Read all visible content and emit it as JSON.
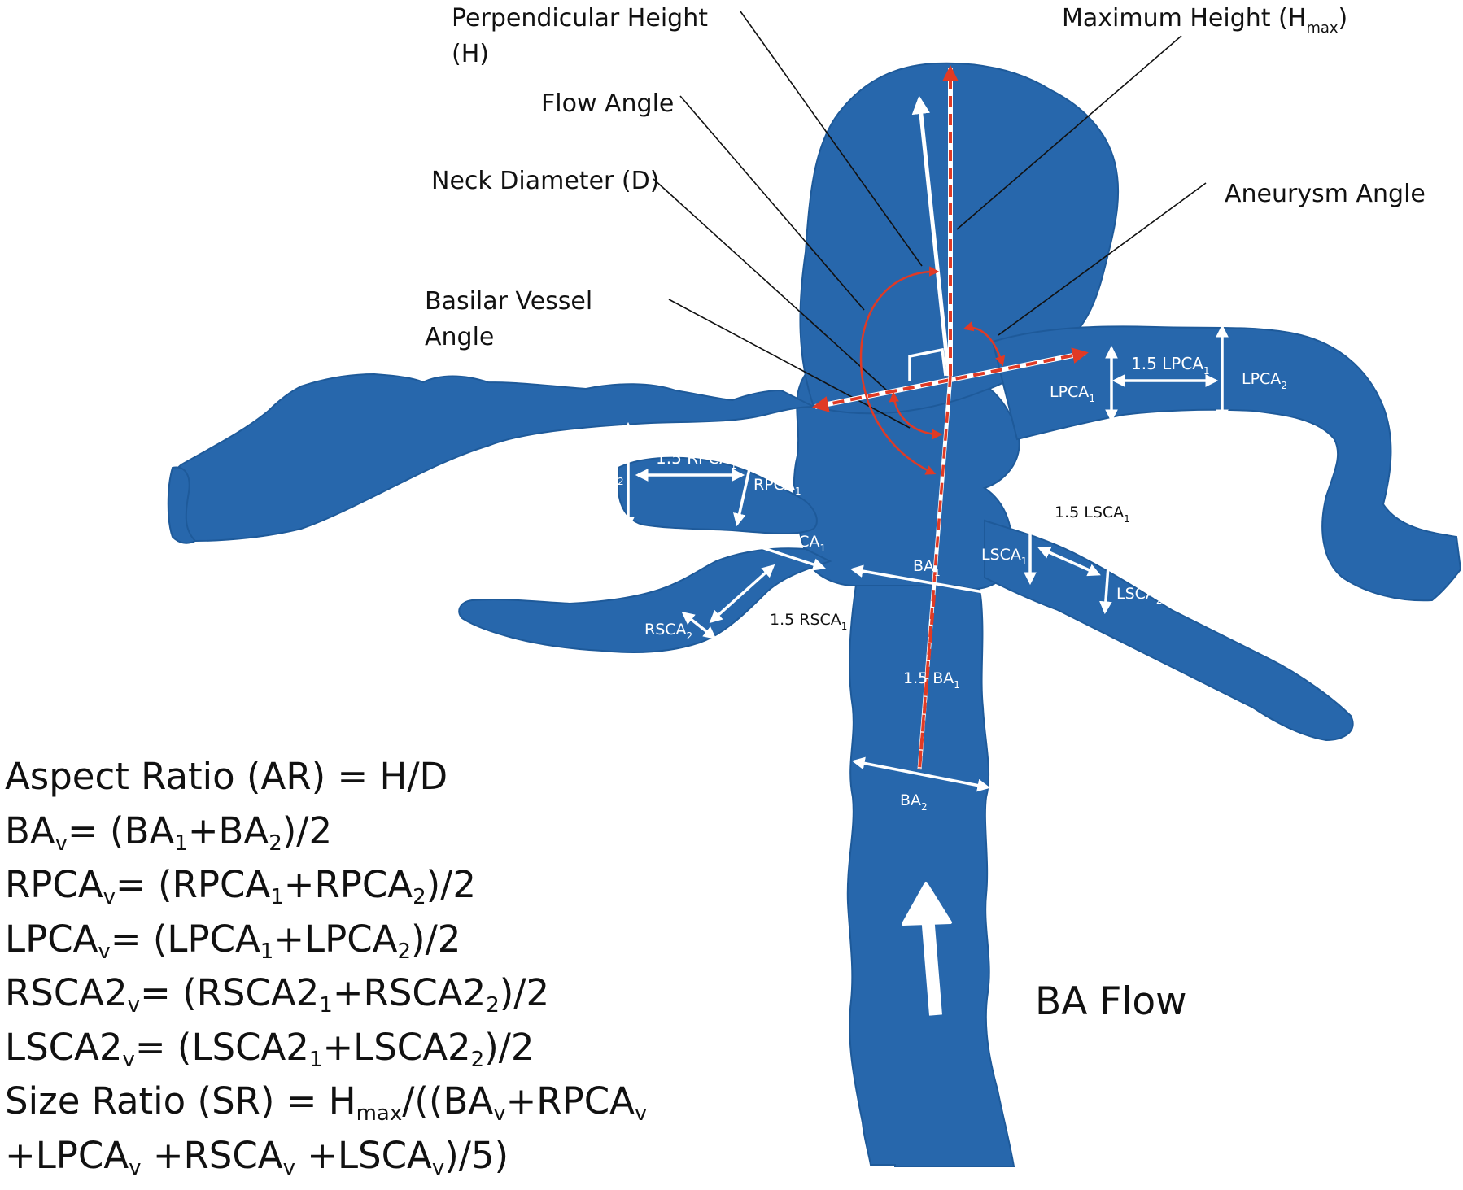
{
  "colors": {
    "vessel": "#2767ac",
    "vessel_shade": "#1e5a9a",
    "measure_line": "#ffffff",
    "angle_line": "#e03a25",
    "leader_line": "#111111"
  },
  "callouts": {
    "perpendicular_height": [
      "Perpendicular Height",
      "(H)"
    ],
    "maximum_height": {
      "text": "Maximum Height (H",
      "sub": "max",
      "close": ")"
    },
    "flow_angle": "Flow Angle",
    "neck_diameter": "Neck Diameter (D)",
    "aneurysm_angle": "Aneurysm Angle",
    "basilar_vessel_angle": [
      "Basilar Vessel",
      "Angle"
    ]
  },
  "measurements": {
    "lpca1_15": {
      "text": "1.5 LPCA",
      "sub": "1"
    },
    "lpca1": {
      "text": "LPCA",
      "sub": "1"
    },
    "lpca2": {
      "text": "LPCA",
      "sub": "2"
    },
    "rpca1_15": {
      "text": "1.5 RPCA",
      "sub": "1"
    },
    "rpca1": {
      "text": "RPCA",
      "sub": "1"
    },
    "rpca2": {
      "text": "RPCA",
      "sub": "2"
    },
    "rsca1": {
      "text": "RSCA",
      "sub": "1"
    },
    "rsca2": {
      "text": "RSCA",
      "sub": "2"
    },
    "rsca1_15": {
      "text": "1.5 RSCA",
      "sub": "1"
    },
    "lsca1_15": {
      "text": "1.5 LSCA",
      "sub": "1"
    },
    "lsca1": {
      "text": "LSCA",
      "sub": "1"
    },
    "lsca2": {
      "text": "LSCA",
      "sub": "2"
    },
    "ba1": {
      "text": "BA",
      "sub": "1"
    },
    "ba1_15": {
      "text": "1.5 BA",
      "sub": "1"
    },
    "ba2": {
      "text": "BA",
      "sub": "2"
    }
  },
  "formulas": [
    [
      {
        "t": "Aspect Ratio (AR) = H/D"
      }
    ],
    [
      {
        "t": "BA"
      },
      {
        "s": "v"
      },
      {
        "t": "= (BA"
      },
      {
        "s": "1"
      },
      {
        "t": "+BA"
      },
      {
        "s": "2"
      },
      {
        "t": ")/2"
      }
    ],
    [
      {
        "t": "RPCA"
      },
      {
        "s": "v"
      },
      {
        "t": "= (RPCA"
      },
      {
        "s": "1"
      },
      {
        "t": "+RPCA"
      },
      {
        "s": "2"
      },
      {
        "t": ")/2"
      }
    ],
    [
      {
        "t": "LPCA"
      },
      {
        "s": "v"
      },
      {
        "t": "= (LPCA"
      },
      {
        "s": "1"
      },
      {
        "t": "+LPCA"
      },
      {
        "s": "2"
      },
      {
        "t": ")/2"
      }
    ],
    [
      {
        "t": "RSCA2"
      },
      {
        "s": "v"
      },
      {
        "t": "= (RSCA2"
      },
      {
        "s": "1"
      },
      {
        "t": "+RSCA2"
      },
      {
        "s": "2"
      },
      {
        "t": ")/2"
      }
    ],
    [
      {
        "t": "LSCA2"
      },
      {
        "s": "v"
      },
      {
        "t": "= (LSCA2"
      },
      {
        "s": "1"
      },
      {
        "t": "+LSCA2"
      },
      {
        "s": "2"
      },
      {
        "t": ")/2"
      }
    ],
    [
      {
        "t": "Size Ratio (SR) = H"
      },
      {
        "s": "max"
      },
      {
        "t": "/((BA"
      },
      {
        "s": "v"
      },
      {
        "t": "+RPCA"
      },
      {
        "s": "v"
      }
    ],
    [
      {
        "t": "+LPCA"
      },
      {
        "s": "v"
      },
      {
        "t": " +RSCA"
      },
      {
        "s": "v"
      },
      {
        "t": " +LSCA"
      },
      {
        "s": "v"
      },
      {
        "t": ")/5)"
      }
    ]
  ],
  "flow_label": "BA Flow"
}
